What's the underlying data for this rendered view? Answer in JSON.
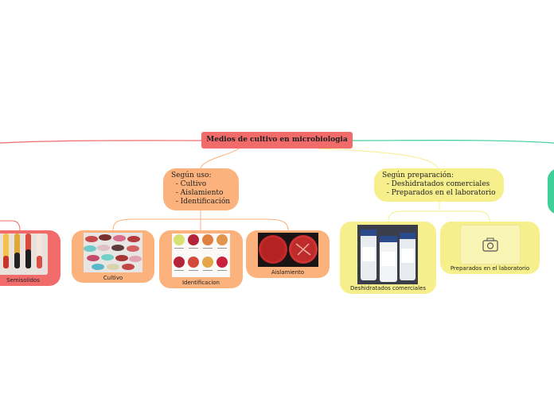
{
  "root": {
    "title": "Medios de cultivo en microbiologia"
  },
  "branches": {
    "uso": {
      "text": "Según uso:\n  - Cultivo\n  - Aislamiento\n  - Identificación"
    },
    "preparacion": {
      "text": "Según preparación:\n  - Deshidratados comerciales\n  - Preparados en el laboratorio"
    }
  },
  "leaves": {
    "semisolidos": "Semisolidos",
    "cultivo": "Cultivo",
    "identificacion": "Identificacion",
    "aislamiento": "Aislamiento",
    "deshidratados": "Deshidratados comerciales",
    "preparados": "Preparados en el laboratorio"
  },
  "colors": {
    "red": "#f26b6b",
    "orange": "#fbb27c",
    "yellow": "#f6ef8c",
    "green": "#3fcf98"
  },
  "icons": {
    "placeholder": "camera-icon"
  }
}
